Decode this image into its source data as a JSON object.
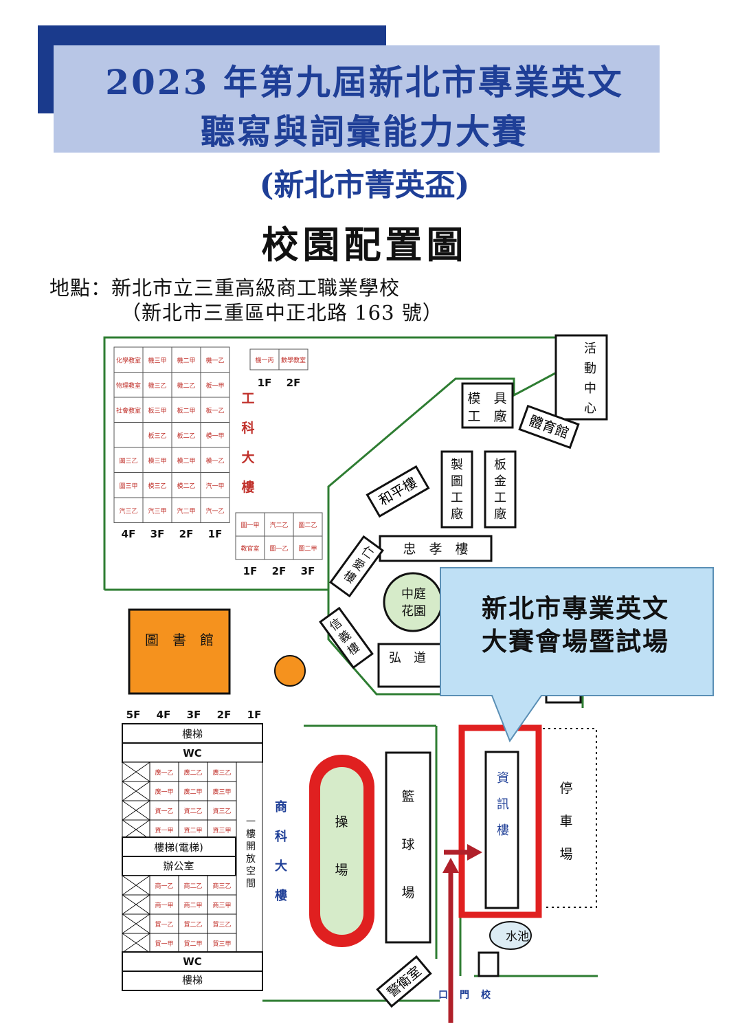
{
  "header": {
    "title_line1": "2023 年第九屆新北市專業英文",
    "title_line2": "聽寫與詞彙能力大賽",
    "cup_name": "(新北市菁英盃)",
    "map_title": "校園配置圖",
    "location": "地點：新北市立三重高級商工職業學校",
    "address": "（新北市三重區中正北路 163 號）"
  },
  "colors": {
    "title_navy": "#1f3f97",
    "title_box": "#b8c6e6",
    "boundary_green": "#2e7d32",
    "highlight_red": "#e02020",
    "arrow_red": "#b0202a",
    "library_orange": "#f5921e",
    "callout_blue": "#bfe0f5",
    "track_green": "#d6ebc9",
    "label_blue": "#1f3f97",
    "label_red": "#c0302a"
  },
  "buildings": {
    "activity_center": "活動中心",
    "mold_factory": "模具工廠",
    "gym": "體育館",
    "heping": "和平樓",
    "drafting": "製圖工廠",
    "sheet_metal": "板金工廠",
    "zhongxiao": "忠　孝　樓",
    "renai": "仁愛樓",
    "xinyi": "信義樓",
    "courtyard": "中庭花園",
    "hongdao": "弘　道",
    "library": "圖　書　館",
    "engineering": "工科大樓",
    "commerce": "商科大樓",
    "playground": "操場",
    "basketball": "籃球場",
    "info_building": "資訊樓",
    "parking": "停車場",
    "pond": "水池",
    "guard": "警衛室",
    "gate": "校門口",
    "open_space": "一樓開放空間"
  },
  "callout": {
    "line1": "新北市專業英文",
    "line2": "大賽會場暨試場"
  },
  "eng_grid": {
    "cells": [
      [
        "化學教室",
        "機三甲",
        "機二甲",
        "機一乙"
      ],
      [
        "物理教室",
        "機三乙",
        "機二乙",
        "板一甲"
      ],
      [
        "社會教室",
        "板三甲",
        "板二甲",
        "板一乙"
      ],
      [
        "",
        "板三乙",
        "板二乙",
        "模一甲"
      ],
      [
        "圖三乙",
        "模三甲",
        "模二甲",
        "模一乙"
      ],
      [
        "圖三甲",
        "模三乙",
        "模二乙",
        "汽一甲"
      ],
      [
        "汽三乙",
        "汽三甲",
        "汽二甲",
        "汽一乙"
      ]
    ],
    "floors": [
      "4F",
      "3F",
      "2F",
      "1F"
    ]
  },
  "eng_small": {
    "cells": [
      "機一丙",
      "數學教室"
    ],
    "floors": [
      "1F",
      "2F"
    ]
  },
  "eng_bottom": {
    "cells": [
      [
        "圖一甲",
        "汽二乙",
        "圖二乙"
      ],
      [
        "教官室",
        "圖一乙",
        "圖二甲"
      ]
    ],
    "floors": [
      "1F",
      "2F",
      "3F"
    ]
  },
  "commerce_block": {
    "floors": [
      "5F",
      "4F",
      "3F",
      "2F",
      "1F"
    ],
    "stairs": "樓梯",
    "wc": "WC",
    "stairs_elevator": "樓梯(電梯)",
    "office": "辦公室",
    "upper_rows": [
      [
        "廣一乙",
        "廣二乙",
        "廣三乙"
      ],
      [
        "廣一甲",
        "廣二甲",
        "廣三甲"
      ],
      [
        "資一乙",
        "資二乙",
        "資三乙"
      ],
      [
        "資一甲",
        "資二甲",
        "資三甲"
      ]
    ],
    "lower_rows": [
      [
        "商一乙",
        "商二乙",
        "商三乙"
      ],
      [
        "商一甲",
        "商二甲",
        "商三甲"
      ],
      [
        "貿一乙",
        "貿二乙",
        "貿三乙"
      ],
      [
        "貿一甲",
        "貿二甲",
        "貿三甲"
      ]
    ]
  }
}
